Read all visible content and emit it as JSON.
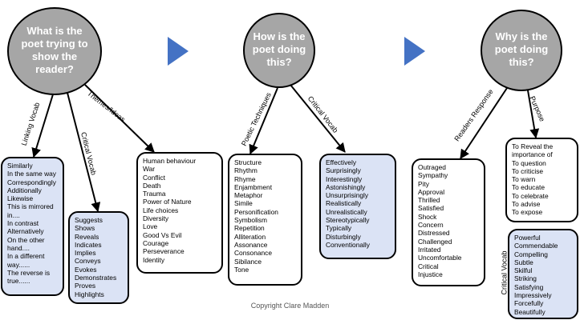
{
  "questions": {
    "q1": "What is the poet trying to show the reader?",
    "q2": "How is the poet doing this?",
    "q3": "Why is the poet doing this?"
  },
  "branches": {
    "linking_vocab": "Linking Vocab",
    "critical_vocab_1": "Critical Vocab",
    "themes_ideas": "Themes/Ideas",
    "poetic_techniques": "Poetic Techniques",
    "critical_vocab_2": "Critical Vocab",
    "readers_response": "Readers Response",
    "purpose": "Purpose",
    "critical_vocab_3": "Critical Vocab"
  },
  "boxes": {
    "linking": [
      "Similarly",
      "In the same way",
      "Correspondingly",
      "Additionally",
      "Likewise",
      "This is mirrored",
      "in....",
      "In contrast",
      "Alternatively",
      "On the other",
      "hand....",
      "In a different",
      "way......",
      "The reverse is",
      "true......"
    ],
    "critical1": [
      "Suggests",
      "Shows",
      "Reveals",
      "Indicates",
      "Implies",
      "Conveys",
      "Evokes",
      "Demonstrates",
      "Proves",
      "Highlights"
    ],
    "themes": [
      "Human behaviour",
      "War",
      "Conflict",
      "Death",
      "Trauma",
      "Power of Nature",
      "Life choices",
      "Diversity",
      "Love",
      "Good Vs Evil",
      "Courage",
      "Perseverance",
      "Identity"
    ],
    "techniques": [
      "Structure",
      "Rhythm",
      "Rhyme",
      "Enjambment",
      "Metaphor",
      "Simile",
      "Personification",
      "Symbolism",
      "Repetition",
      "Alliteration",
      "Assonance",
      "Consonance",
      "Sibilance",
      "Tone"
    ],
    "critical2": [
      "Effectively",
      "Surprisingly",
      "Interestingly",
      "Astonishingly",
      "Unsurprisingly",
      "Realistically",
      "Unrealistically",
      "Stereotypically",
      "Typically",
      "Disturbingly",
      "Conventionally"
    ],
    "responses": [
      "Outraged",
      "Sympathy",
      "Pity",
      "Approval",
      "Thrilled",
      "Satisfied",
      "Shock",
      "Concern",
      "Distressed",
      "Challenged",
      "Irritated",
      "Uncomfortable",
      "Critical",
      "Injustice"
    ],
    "purpose": [
      "To Reveal the",
      "importance of",
      "To question",
      "To criticise",
      "To warn",
      "To educate",
      "To celebrate",
      "To advise",
      "To expose"
    ],
    "critical3": [
      "Powerful",
      "Commendable",
      "Compelling",
      "Subtle",
      "Skilful",
      "Striking",
      "Satisfying",
      "Impressively",
      "Forcefully",
      "Beautifully"
    ]
  },
  "footer": {
    "copyright": "Copyright Clare Madden"
  },
  "colors": {
    "circle": "#a6a6a6",
    "arrow": "#4472c4",
    "blue_box": "#dbe3f5"
  }
}
